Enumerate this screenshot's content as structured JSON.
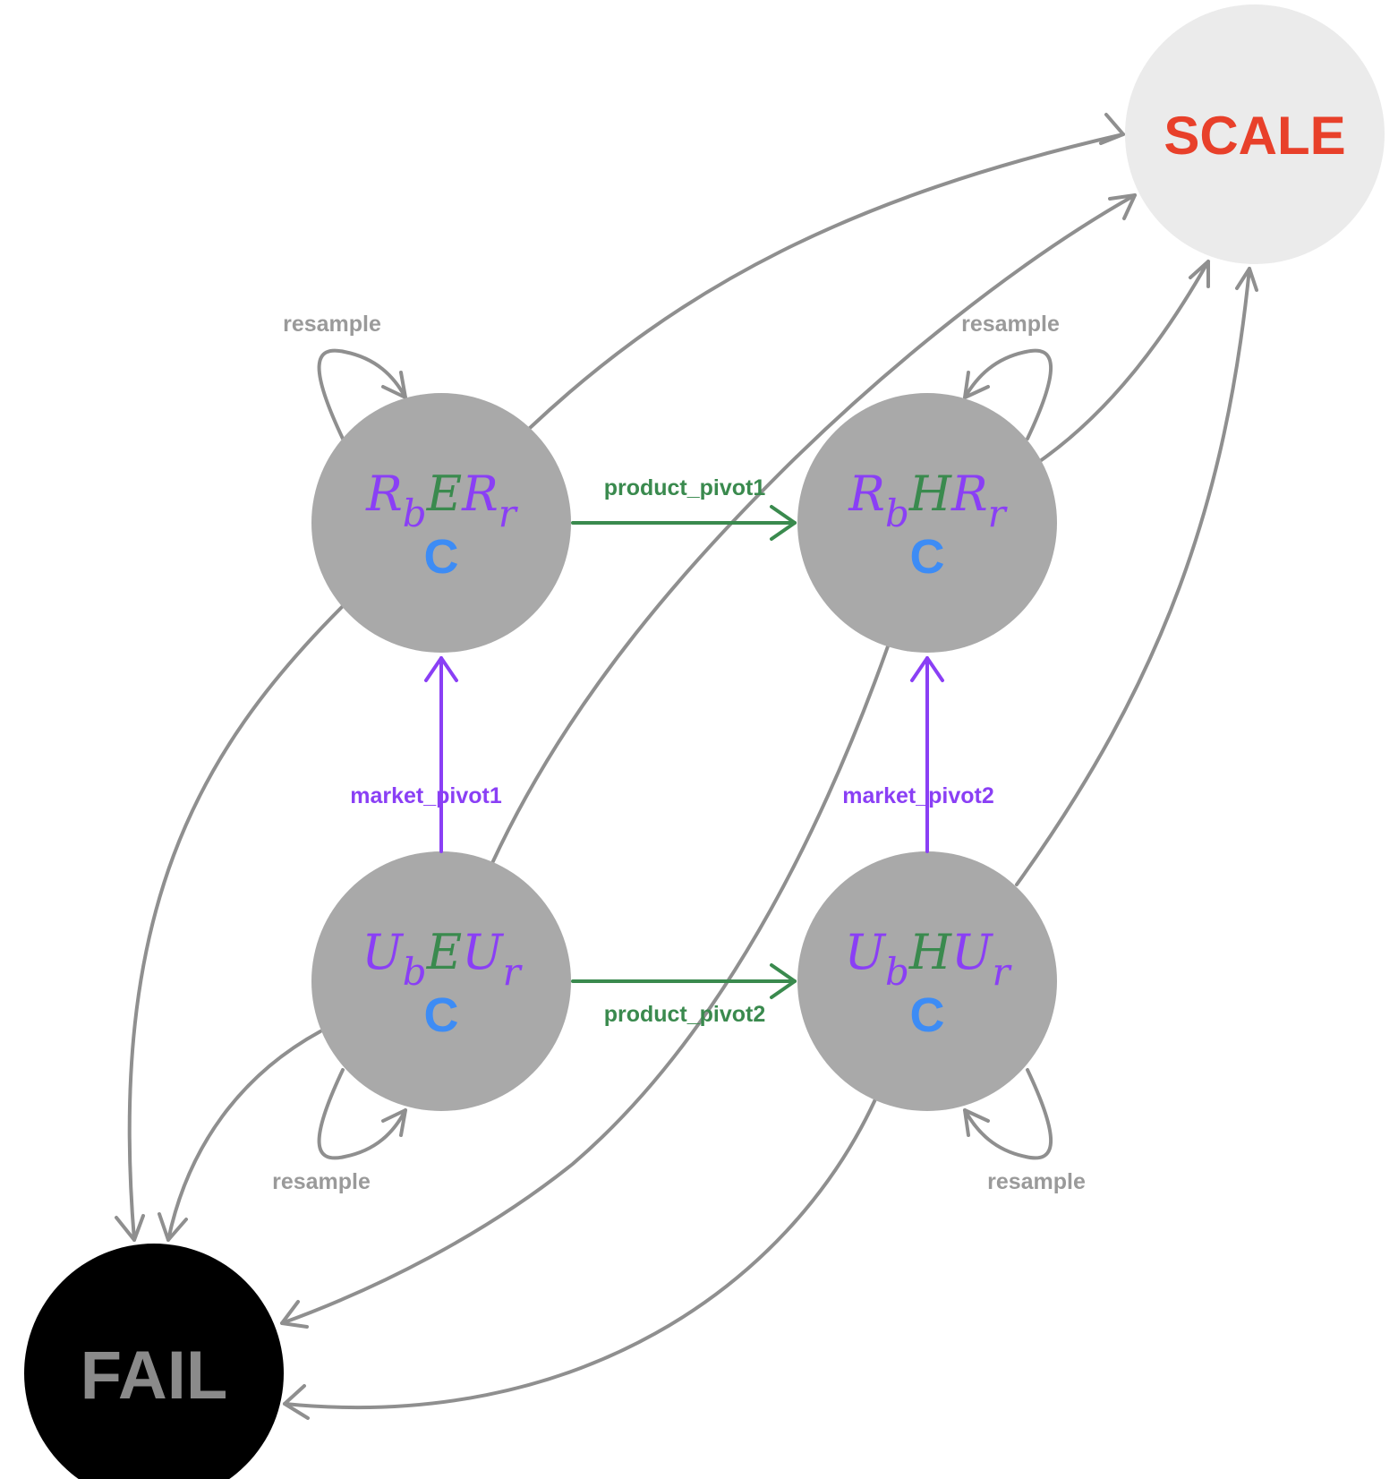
{
  "colors": {
    "edge_gray": "#8f8f8f",
    "node_gray": "#a9a9a9",
    "scale_fill": "#ebebeb",
    "scale_text": "#e8402a",
    "fail_fill": "#000000",
    "fail_text": "#8a8a8a",
    "purple": "#8a3ff5",
    "green": "#3a8a4e",
    "blue": "#3d8cf5",
    "label_gray": "#9a9a9a"
  },
  "nodes": {
    "scale": {
      "label": "SCALE"
    },
    "fail": {
      "label": "FAIL"
    },
    "rber": {
      "prefix": "R",
      "prefix_sub": "b",
      "mid": "E",
      "suffix": "R",
      "suffix_sub": "r",
      "badge": "C"
    },
    "rbhr": {
      "prefix": "R",
      "prefix_sub": "b",
      "mid": "H",
      "suffix": "R",
      "suffix_sub": "r",
      "badge": "C"
    },
    "ubeu": {
      "prefix": "U",
      "prefix_sub": "b",
      "mid": "E",
      "suffix": "U",
      "suffix_sub": "r",
      "badge": "C"
    },
    "ubhu": {
      "prefix": "U",
      "prefix_sub": "b",
      "mid": "H",
      "suffix": "U",
      "suffix_sub": "r",
      "badge": "C"
    }
  },
  "edge_labels": {
    "product_pivot1": "product_pivot1",
    "product_pivot2": "product_pivot2",
    "market_pivot1": "market_pivot1",
    "market_pivot2": "market_pivot2",
    "resample_rber": "resample",
    "resample_rbhr": "resample",
    "resample_ubeu": "resample",
    "resample_ubhu": "resample"
  }
}
